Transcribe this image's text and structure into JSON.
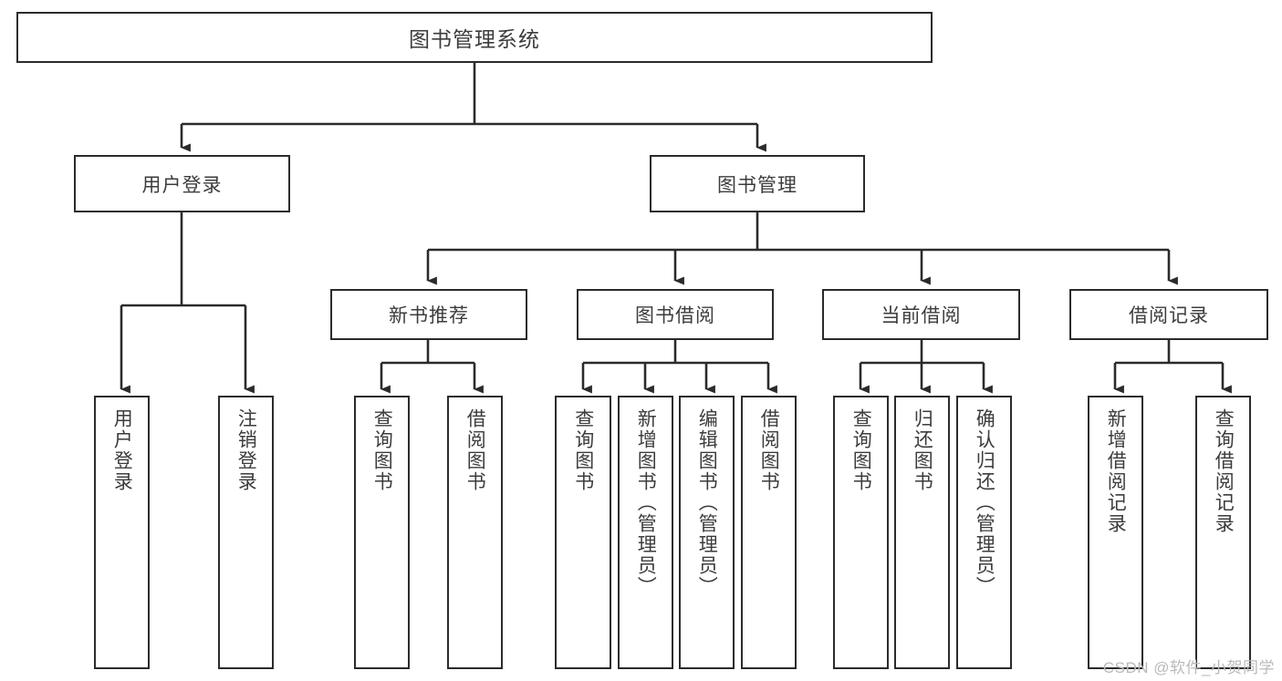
{
  "diagram": {
    "type": "hierarchy-tree",
    "title": "图书管理系统",
    "watermark": "CSDN @软件_小贺同学",
    "colors": {
      "box_border": "#2b2b2b",
      "box_fill": "#ffffff",
      "connector": "#2b2b2b",
      "text": "#3c3c3c",
      "watermark": "#b9b9b9",
      "background": "#ffffff"
    },
    "root": {
      "label": "图书管理系统"
    },
    "level2": [
      {
        "id": "user-login",
        "label": "用户登录"
      },
      {
        "id": "book-manage",
        "label": "图书管理"
      }
    ],
    "level3": [
      {
        "id": "new-book-recommend",
        "label": "新书推荐"
      },
      {
        "id": "book-borrow",
        "label": "图书借阅"
      },
      {
        "id": "current-borrow",
        "label": "当前借阅"
      },
      {
        "id": "borrow-record",
        "label": "借阅记录"
      }
    ],
    "leaves": {
      "user-login": [
        {
          "id": "leaf-user-login",
          "label": "用户登录"
        },
        {
          "id": "leaf-logout",
          "label": "注销登录"
        }
      ],
      "new-book-recommend": [
        {
          "id": "leaf-query-book-1",
          "label": "查询图书"
        },
        {
          "id": "leaf-borrow-book-1",
          "label": "借阅图书"
        }
      ],
      "book-borrow": [
        {
          "id": "leaf-query-book-2",
          "label": "查询图书"
        },
        {
          "id": "leaf-add-book",
          "label": "新增图书（管理员）"
        },
        {
          "id": "leaf-edit-book",
          "label": "编辑图书（管理员）"
        },
        {
          "id": "leaf-borrow-book-2",
          "label": "借阅图书"
        }
      ],
      "current-borrow": [
        {
          "id": "leaf-query-book-3",
          "label": "查询图书"
        },
        {
          "id": "leaf-return-book",
          "label": "归还图书"
        },
        {
          "id": "leaf-confirm-return",
          "label": "确认归还（管理员）"
        }
      ],
      "borrow-record": [
        {
          "id": "leaf-add-record",
          "label": "新增借阅记录"
        },
        {
          "id": "leaf-query-record",
          "label": "查询借阅记录"
        }
      ]
    }
  }
}
